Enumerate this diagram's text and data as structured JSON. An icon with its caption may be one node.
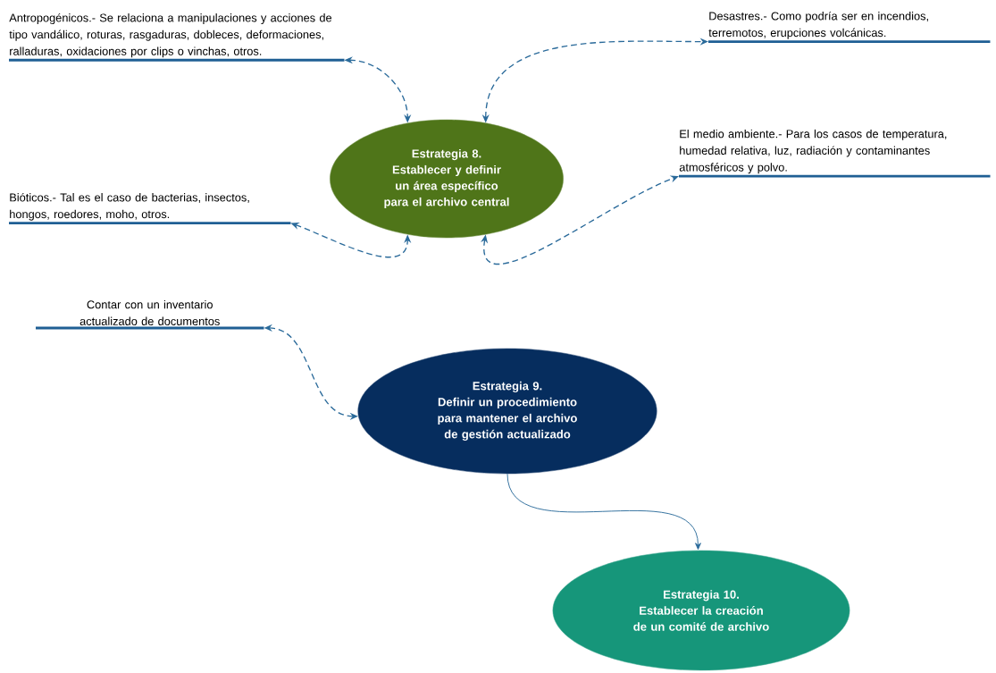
{
  "diagram": {
    "nodes": [
      {
        "text": [
          "Antropogénicos.- Se relaciona a manipulaciones y acciones de tipo vandálico, roturas, rasgaduras, dobleces, deformaciones, ralladuras, oxidaciones por clips o vinchas, otros."
        ]
      },
      {
        "text": [
          "Desastres.- Como podría ser en incendios, terremotos, erupciones volcánicas."
        ]
      },
      {
        "text": [
          "Estrategia 8.",
          "Establecer y definir un área específico para el archivo central"
        ]
      },
      {
        "text": [
          "El medio ambiente.- Para los casos de temperatura, humedad relativa, luz, radiación y contaminantes atmosféricos y polvo."
        ]
      },
      {
        "text": [
          "Bióticos.- Tal es el caso de bacterias, insectos, hongos, roedores, moho, otros."
        ]
      },
      {
        "text": [
          "Contar con un inventario actualizado de documentos"
        ]
      },
      {
        "text": [
          "Estrategia 9.",
          "Definir un procedimiento para mantener el archivo de gestión actualizado"
        ]
      },
      {
        "text": [
          "Estrategia 10.",
          "Establecer la creación de un comité de archivo"
        ]
      }
    ],
    "edges": [
      {
        "from": 0,
        "to": 2,
        "arrow": "both",
        "style": "dashed"
      },
      {
        "from": 2,
        "to": 1,
        "arrow": "both",
        "style": "dashed"
      },
      {
        "from": 2,
        "to": 3,
        "arrow": "both",
        "style": "dashed"
      },
      {
        "from": 4,
        "to": 2,
        "arrow": "both",
        "style": "dashed"
      },
      {
        "from": 5,
        "to": 6,
        "arrow": "both",
        "style": "dashed"
      },
      {
        "from": 6,
        "to": 7,
        "arrow": "to"
      }
    ]
  }
}
